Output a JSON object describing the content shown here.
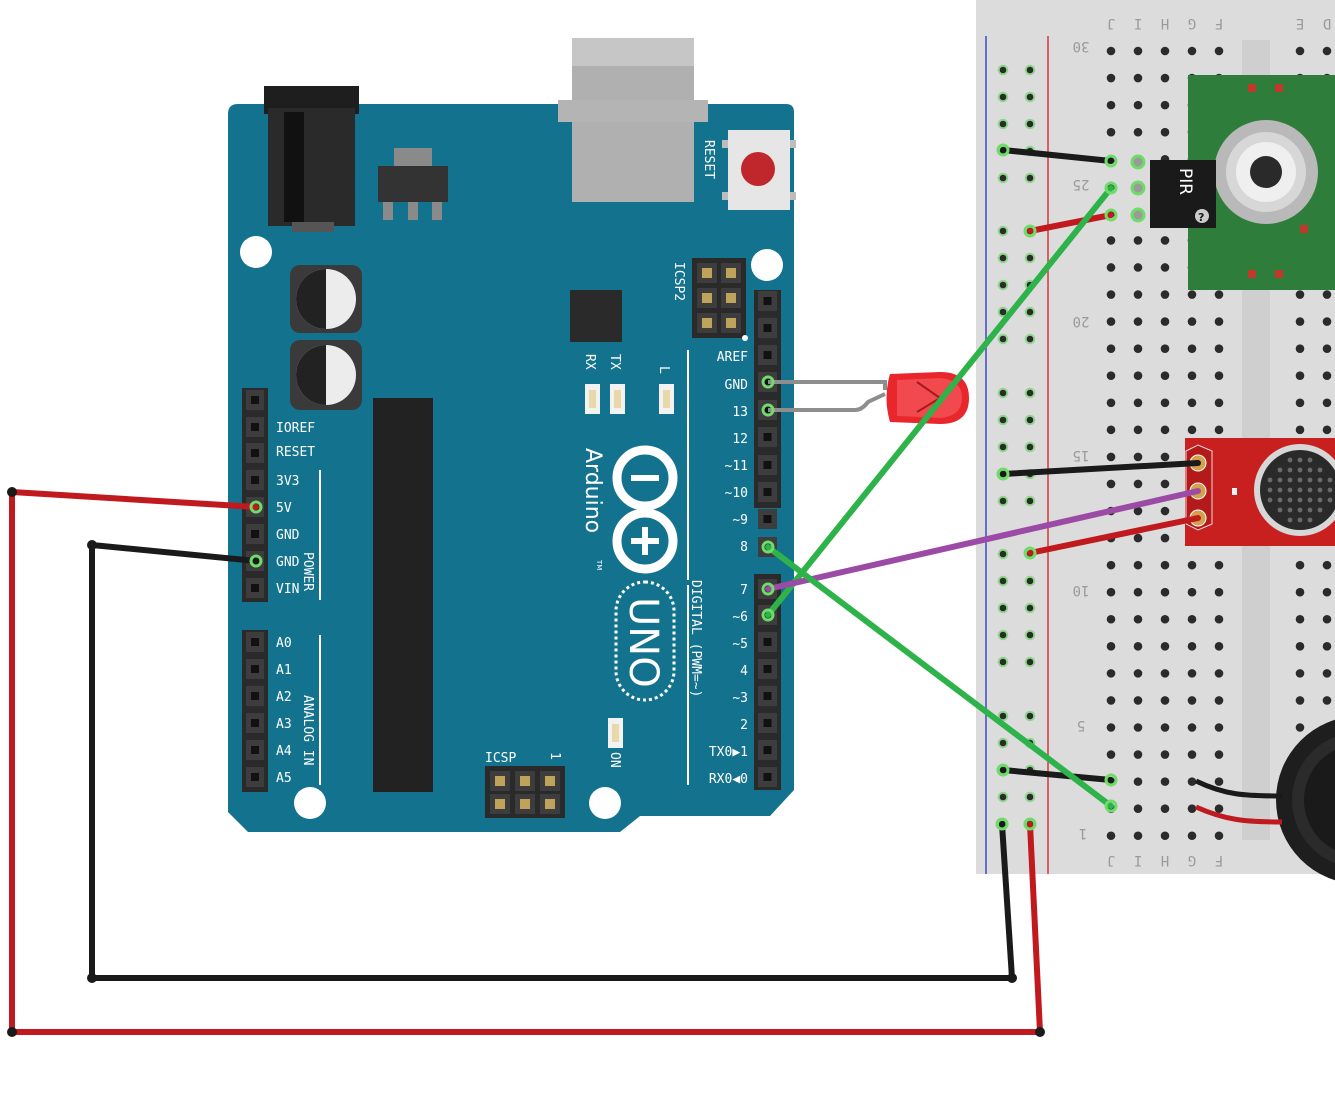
{
  "board": {
    "brand": "Arduino",
    "model": "UNO",
    "trademark": "TM",
    "reset_label": "RESET",
    "icsp2_label": "ICSP2",
    "icsp_label": "ICSP",
    "icsp_pin1": "1",
    "rx_label": "RX",
    "tx_label": "TX",
    "l_label": "L",
    "on_label": "ON",
    "power_label": "POWER",
    "analog_label": "ANALOG IN",
    "digital_label": "DIGITAL (PWM=~)",
    "power_pins": [
      "IOREF",
      "RESET",
      "3V3",
      "5V",
      "GND",
      "GND",
      "VIN"
    ],
    "analog_pins": [
      "A0",
      "A1",
      "A2",
      "A3",
      "A4",
      "A5"
    ],
    "digital_top_pins": [
      "AREF",
      "GND",
      "13",
      "12",
      "~11",
      "~10",
      "~9",
      "8"
    ],
    "digital_bottom_pins": [
      "7",
      "~6",
      "~5",
      "4",
      "~3",
      "2",
      "TX0▶1",
      "RX0◀0"
    ]
  },
  "breadboard": {
    "col_letters_top_left": [
      "J",
      "I",
      "H",
      "G",
      "F"
    ],
    "col_letters_top_right": [
      "E",
      "D"
    ],
    "col_letters_bottom": [
      "J",
      "I",
      "H",
      "G",
      "F"
    ],
    "row_numbers": [
      "30",
      "25",
      "20",
      "15",
      "10",
      "5",
      "1"
    ]
  },
  "components": {
    "pir_label": "PIR",
    "pir_badge": "?"
  },
  "colors": {
    "board_blue": "#13738f",
    "wire_red": "#c0191e",
    "wire_black": "#1a1a1a",
    "wire_green": "#2db34a",
    "wire_purple": "#9b4aa6",
    "led_red": "#e8262b",
    "pcb_green": "#2f7d3a",
    "mic_red": "#c8201f"
  }
}
